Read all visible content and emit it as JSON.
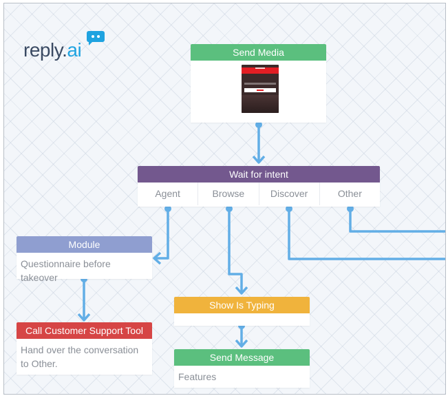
{
  "logo": {
    "text_main": "reply.",
    "text_accent": "ai"
  },
  "nodes": {
    "send_media": {
      "title": "Send Media"
    },
    "wait_for_intent": {
      "title": "Wait for intent",
      "intents": [
        "Agent",
        "Browse",
        "Discover",
        "Other"
      ]
    },
    "module": {
      "title": "Module",
      "body": "Questionnaire before takeover"
    },
    "call_support": {
      "title": "Call Customer Support Tool",
      "body": "Hand over the conversation to Other."
    },
    "show_typing": {
      "title": "Show Is Typing"
    },
    "send_message": {
      "title": "Send Message",
      "body": "Features"
    }
  },
  "colors": {
    "green": "#5bbf7e",
    "purple": "#73588e",
    "lavender": "#8f9ed0",
    "red": "#d64545",
    "orange": "#f0b33c",
    "connector": "#62aee6"
  },
  "icons": [
    "reply-ai-logo-bubble-icon"
  ]
}
